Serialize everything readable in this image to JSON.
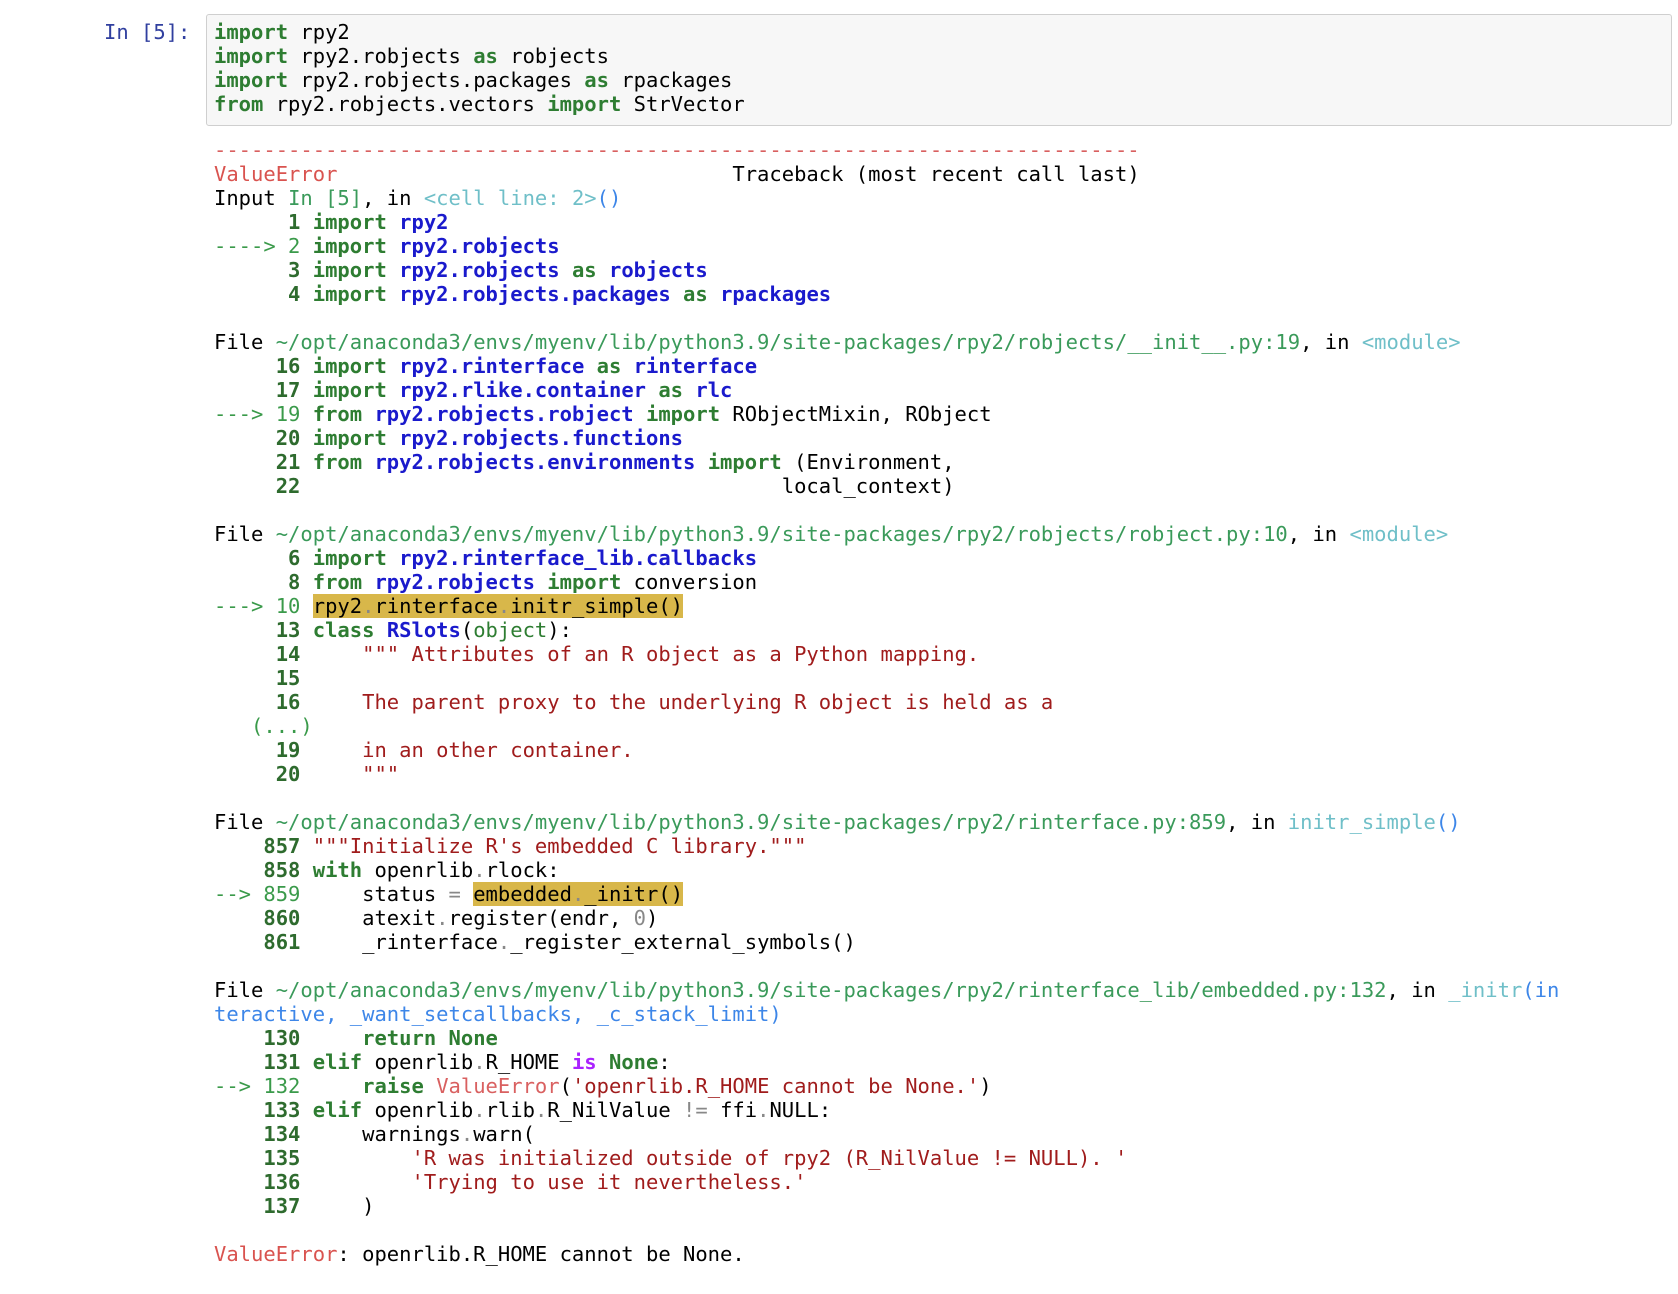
{
  "cell": {
    "prompt": "In [5]:",
    "input_lines": [
      [
        {
          "t": "import",
          "c": "kw"
        },
        {
          "t": " rpy2",
          "c": ""
        }
      ],
      [
        {
          "t": "import",
          "c": "kw"
        },
        {
          "t": " rpy2.robjects ",
          "c": ""
        },
        {
          "t": "as",
          "c": "kw"
        },
        {
          "t": " robjects",
          "c": ""
        }
      ],
      [
        {
          "t": "import",
          "c": "kw"
        },
        {
          "t": " rpy2.robjects.packages ",
          "c": ""
        },
        {
          "t": "as",
          "c": "kw"
        },
        {
          "t": " rpackages",
          "c": ""
        }
      ],
      [
        {
          "t": "from",
          "c": "kw"
        },
        {
          "t": " rpy2.robjects.vectors ",
          "c": ""
        },
        {
          "t": "import",
          "c": "kw"
        },
        {
          "t": " StrVector",
          "c": ""
        }
      ]
    ]
  },
  "traceback": {
    "separator": "---------------------------------------------------------------------------",
    "error_type": "ValueError",
    "header_right": "Traceback (most recent call last)",
    "final_error_type": "ValueError",
    "final_error_message": "openrlib.R_HOME cannot be None.",
    "lines": [
      [
        {
          "t": "---------------------------------------------------------------------------",
          "c": "dash"
        }
      ],
      [
        {
          "t": "ValueError",
          "c": "err"
        },
        {
          "t": "                                Traceback (most recent call last)",
          "c": ""
        }
      ],
      [
        {
          "t": "Input ",
          "c": ""
        },
        {
          "t": "In [5]",
          "c": "path"
        },
        {
          "t": ", in ",
          "c": ""
        },
        {
          "t": "<cell line: 2>",
          "c": "cellref"
        },
        {
          "t": "()",
          "c": "paren"
        }
      ],
      [
        {
          "t": "      1 ",
          "c": "lnb"
        },
        {
          "t": "import",
          "c": "kw"
        },
        {
          "t": " ",
          "c": ""
        },
        {
          "t": "rpy2",
          "c": "mod"
        }
      ],
      [
        {
          "t": "----> 2 ",
          "c": "arrow"
        },
        {
          "t": "import",
          "c": "kw"
        },
        {
          "t": " ",
          "c": ""
        },
        {
          "t": "rpy2.robjects",
          "c": "mod"
        }
      ],
      [
        {
          "t": "      3 ",
          "c": "lnb"
        },
        {
          "t": "import",
          "c": "kw"
        },
        {
          "t": " ",
          "c": ""
        },
        {
          "t": "rpy2.robjects",
          "c": "mod"
        },
        {
          "t": " ",
          "c": ""
        },
        {
          "t": "as",
          "c": "kw"
        },
        {
          "t": " ",
          "c": ""
        },
        {
          "t": "robjects",
          "c": "mod"
        }
      ],
      [
        {
          "t": "      4 ",
          "c": "lnb"
        },
        {
          "t": "import",
          "c": "kw"
        },
        {
          "t": " ",
          "c": ""
        },
        {
          "t": "rpy2.robjects.packages",
          "c": "mod"
        },
        {
          "t": " ",
          "c": ""
        },
        {
          "t": "as",
          "c": "kw"
        },
        {
          "t": " ",
          "c": ""
        },
        {
          "t": "rpackages",
          "c": "mod"
        }
      ],
      [],
      [
        {
          "t": "File ",
          "c": ""
        },
        {
          "t": "~/opt/anaconda3/envs/myenv/lib/python3.9/site-packages/rpy2/robjects/__init__.py:19",
          "c": "path"
        },
        {
          "t": ", in ",
          "c": ""
        },
        {
          "t": "<module>",
          "c": "cellref"
        }
      ],
      [
        {
          "t": "     16 ",
          "c": "lnb"
        },
        {
          "t": "import",
          "c": "kw"
        },
        {
          "t": " ",
          "c": ""
        },
        {
          "t": "rpy2.rinterface",
          "c": "mod"
        },
        {
          "t": " ",
          "c": ""
        },
        {
          "t": "as",
          "c": "kw"
        },
        {
          "t": " ",
          "c": ""
        },
        {
          "t": "rinterface",
          "c": "mod"
        }
      ],
      [
        {
          "t": "     17 ",
          "c": "lnb"
        },
        {
          "t": "import",
          "c": "kw"
        },
        {
          "t": " ",
          "c": ""
        },
        {
          "t": "rpy2.rlike.container",
          "c": "mod"
        },
        {
          "t": " ",
          "c": ""
        },
        {
          "t": "as",
          "c": "kw"
        },
        {
          "t": " ",
          "c": ""
        },
        {
          "t": "rlc",
          "c": "mod"
        }
      ],
      [
        {
          "t": "---> 19 ",
          "c": "arrow"
        },
        {
          "t": "from",
          "c": "kw"
        },
        {
          "t": " ",
          "c": ""
        },
        {
          "t": "rpy2.robjects.robject",
          "c": "mod"
        },
        {
          "t": " ",
          "c": ""
        },
        {
          "t": "import",
          "c": "kw"
        },
        {
          "t": " RObjectMixin, RObject",
          "c": ""
        }
      ],
      [
        {
          "t": "     20 ",
          "c": "lnb"
        },
        {
          "t": "import",
          "c": "kw"
        },
        {
          "t": " ",
          "c": ""
        },
        {
          "t": "rpy2.robjects.functions",
          "c": "mod"
        }
      ],
      [
        {
          "t": "     21 ",
          "c": "lnb"
        },
        {
          "t": "from",
          "c": "kw"
        },
        {
          "t": " ",
          "c": ""
        },
        {
          "t": "rpy2.robjects.environments",
          "c": "mod"
        },
        {
          "t": " ",
          "c": ""
        },
        {
          "t": "import",
          "c": "kw"
        },
        {
          "t": " (Environment,",
          "c": ""
        }
      ],
      [
        {
          "t": "     22 ",
          "c": "lnb"
        },
        {
          "t": "                                      local_context)",
          "c": ""
        }
      ],
      [],
      [
        {
          "t": "File ",
          "c": ""
        },
        {
          "t": "~/opt/anaconda3/envs/myenv/lib/python3.9/site-packages/rpy2/robjects/robject.py:10",
          "c": "path"
        },
        {
          "t": ", in ",
          "c": ""
        },
        {
          "t": "<module>",
          "c": "cellref"
        }
      ],
      [
        {
          "t": "      6 ",
          "c": "lnb"
        },
        {
          "t": "import",
          "c": "kw"
        },
        {
          "t": " ",
          "c": ""
        },
        {
          "t": "rpy2.rinterface_lib.callbacks",
          "c": "mod"
        }
      ],
      [
        {
          "t": "      8 ",
          "c": "lnb"
        },
        {
          "t": "from",
          "c": "kw"
        },
        {
          "t": " ",
          "c": ""
        },
        {
          "t": "rpy2.robjects",
          "c": "mod"
        },
        {
          "t": " ",
          "c": ""
        },
        {
          "t": "import",
          "c": "kw"
        },
        {
          "t": " conversion",
          "c": ""
        }
      ],
      [
        {
          "t": "---> 10 ",
          "c": "arrow"
        },
        {
          "t": "rpy2",
          "c": "hl"
        },
        {
          "t": ".",
          "c": "hl dim"
        },
        {
          "t": "rinterface",
          "c": "hl"
        },
        {
          "t": ".",
          "c": "hl dim"
        },
        {
          "t": "initr_simple()",
          "c": "hl"
        }
      ],
      [
        {
          "t": "     13 ",
          "c": "lnb"
        },
        {
          "t": "class",
          "c": "kw"
        },
        {
          "t": " ",
          "c": ""
        },
        {
          "t": "RSlots",
          "c": "mod"
        },
        {
          "t": "(",
          "c": ""
        },
        {
          "t": "object",
          "c": "kwn"
        },
        {
          "t": "):",
          "c": ""
        }
      ],
      [
        {
          "t": "     14 ",
          "c": "lnb"
        },
        {
          "t": "    \"\"\" Attributes of an R object as a Python mapping.",
          "c": "str"
        }
      ],
      [
        {
          "t": "     15 ",
          "c": "lnb"
        }
      ],
      [
        {
          "t": "     16 ",
          "c": "lnb"
        },
        {
          "t": "    The parent proxy to the underlying R object is held as a",
          "c": "str"
        }
      ],
      [
        {
          "t": "   (...)",
          "c": "arrow"
        }
      ],
      [
        {
          "t": "     19 ",
          "c": "lnb"
        },
        {
          "t": "    in an other container.",
          "c": "str"
        }
      ],
      [
        {
          "t": "     20 ",
          "c": "lnb"
        },
        {
          "t": "    \"\"\"",
          "c": "str"
        }
      ],
      [],
      [
        {
          "t": "File ",
          "c": ""
        },
        {
          "t": "~/opt/anaconda3/envs/myenv/lib/python3.9/site-packages/rpy2/rinterface.py:859",
          "c": "path"
        },
        {
          "t": ", in ",
          "c": ""
        },
        {
          "t": "initr_simple",
          "c": "cellref"
        },
        {
          "t": "()",
          "c": "paren"
        }
      ],
      [
        {
          "t": "    857 ",
          "c": "lnb"
        },
        {
          "t": "\"\"\"Initialize R's embedded C library.\"\"\"",
          "c": "str"
        }
      ],
      [
        {
          "t": "    858 ",
          "c": "lnb"
        },
        {
          "t": "with",
          "c": "kw"
        },
        {
          "t": " openrlib",
          "c": ""
        },
        {
          "t": ".",
          "c": "dim"
        },
        {
          "t": "rlock:",
          "c": ""
        }
      ],
      [
        {
          "t": "--> 859 ",
          "c": "arrow"
        },
        {
          "t": "    status ",
          "c": ""
        },
        {
          "t": "=",
          "c": "dim"
        },
        {
          "t": " ",
          "c": ""
        },
        {
          "t": "embedded",
          "c": "hl"
        },
        {
          "t": ".",
          "c": "hl dim"
        },
        {
          "t": "_initr()",
          "c": "hl"
        }
      ],
      [
        {
          "t": "    860 ",
          "c": "lnb"
        },
        {
          "t": "    atexit",
          "c": ""
        },
        {
          "t": ".",
          "c": "dim"
        },
        {
          "t": "register(endr, ",
          "c": ""
        },
        {
          "t": "0",
          "c": "dim"
        },
        {
          "t": ")",
          "c": ""
        }
      ],
      [
        {
          "t": "    861 ",
          "c": "lnb"
        },
        {
          "t": "    _rinterface",
          "c": ""
        },
        {
          "t": ".",
          "c": "dim"
        },
        {
          "t": "_register_external_symbols()",
          "c": ""
        }
      ],
      [],
      [
        {
          "t": "File ",
          "c": ""
        },
        {
          "t": "~/opt/anaconda3/envs/myenv/lib/python3.9/site-packages/rpy2/rinterface_lib/embedded.py:132",
          "c": "path"
        },
        {
          "t": ", in ",
          "c": ""
        },
        {
          "t": "_initr",
          "c": "cellref"
        },
        {
          "t": "(in",
          "c": "paren"
        }
      ],
      [
        {
          "t": "teractive, _want_setcallbacks, _c_stack_limit)",
          "c": "paren"
        }
      ],
      [
        {
          "t": "    130 ",
          "c": "lnb"
        },
        {
          "t": "    ",
          "c": ""
        },
        {
          "t": "return",
          "c": "kw"
        },
        {
          "t": " ",
          "c": ""
        },
        {
          "t": "None",
          "c": "kw"
        }
      ],
      [
        {
          "t": "    131 ",
          "c": "lnb"
        },
        {
          "t": "elif",
          "c": "kw"
        },
        {
          "t": " openrlib",
          "c": ""
        },
        {
          "t": ".",
          "c": "dim"
        },
        {
          "t": "R_HOME ",
          "c": ""
        },
        {
          "t": "is",
          "c": "pur"
        },
        {
          "t": " ",
          "c": ""
        },
        {
          "t": "None",
          "c": "kw"
        },
        {
          "t": ":",
          "c": ""
        }
      ],
      [
        {
          "t": "--> 132 ",
          "c": "arrow"
        },
        {
          "t": "    ",
          "c": ""
        },
        {
          "t": "raise",
          "c": "kw"
        },
        {
          "t": " ",
          "c": ""
        },
        {
          "t": "ValueError",
          "c": "red"
        },
        {
          "t": "(",
          "c": ""
        },
        {
          "t": "'openrlib.R_HOME cannot be None.'",
          "c": "str"
        },
        {
          "t": ")",
          "c": ""
        }
      ],
      [
        {
          "t": "    133 ",
          "c": "lnb"
        },
        {
          "t": "elif",
          "c": "kw"
        },
        {
          "t": " openrlib",
          "c": ""
        },
        {
          "t": ".",
          "c": "dim"
        },
        {
          "t": "rlib",
          "c": ""
        },
        {
          "t": ".",
          "c": "dim"
        },
        {
          "t": "R_NilValue ",
          "c": ""
        },
        {
          "t": "!=",
          "c": "dim"
        },
        {
          "t": " ffi",
          "c": ""
        },
        {
          "t": ".",
          "c": "dim"
        },
        {
          "t": "NULL:",
          "c": ""
        }
      ],
      [
        {
          "t": "    134 ",
          "c": "lnb"
        },
        {
          "t": "    warnings",
          "c": ""
        },
        {
          "t": ".",
          "c": "dim"
        },
        {
          "t": "warn(",
          "c": ""
        }
      ],
      [
        {
          "t": "    135 ",
          "c": "lnb"
        },
        {
          "t": "        'R was initialized outside of rpy2 (R_NilValue != NULL). '",
          "c": "str"
        }
      ],
      [
        {
          "t": "    136 ",
          "c": "lnb"
        },
        {
          "t": "        'Trying to use it nevertheless.'",
          "c": "str"
        }
      ],
      [
        {
          "t": "    137 ",
          "c": "lnb"
        },
        {
          "t": "    )",
          "c": ""
        }
      ],
      [],
      [
        {
          "t": "ValueError",
          "c": "err"
        },
        {
          "t": ": openrlib.R_HOME cannot be None.",
          "c": ""
        }
      ]
    ]
  }
}
